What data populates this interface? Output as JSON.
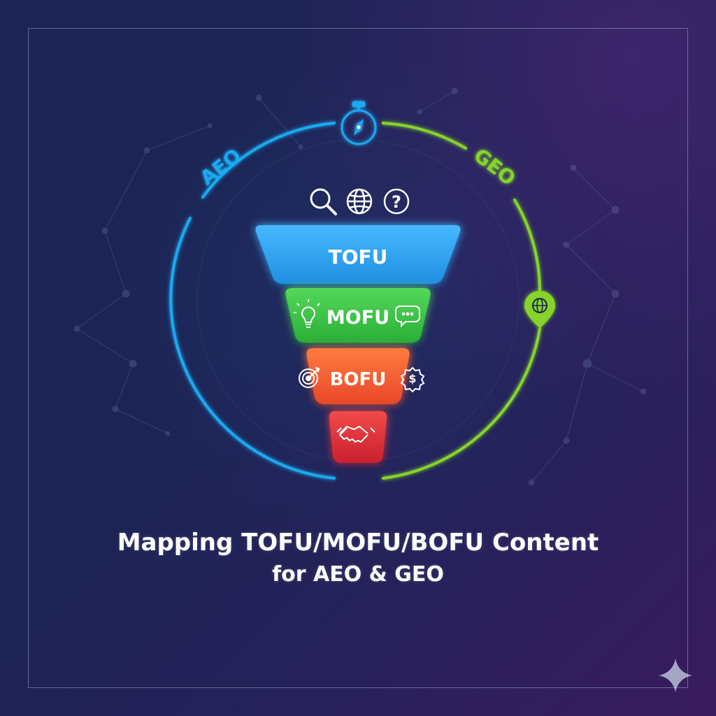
{
  "diagram": {
    "arc_labels": {
      "left": "AEO",
      "right": "GEO"
    },
    "stages": [
      {
        "id": "tofu",
        "label": "TOFU",
        "color": "#2fa6f2"
      },
      {
        "id": "mofu",
        "label": "MOFU",
        "color": "#3cc646"
      },
      {
        "id": "bofu",
        "label": "BOFU",
        "color": "#f0642d"
      },
      {
        "id": "conversion",
        "label": "",
        "color": "#e6323c"
      }
    ],
    "icons": [
      "search-icon",
      "globe-icon",
      "question-icon",
      "stopwatch-compass-icon",
      "location-pin-globe-icon",
      "lightbulb-icon",
      "chat-bubble-icon",
      "target-icon",
      "dollar-badge-icon",
      "handshake-icon",
      "sparkle-icon"
    ],
    "colors": {
      "aeo": "#1aa9f0",
      "geo": "#86d42b"
    }
  },
  "title": {
    "line1": "Mapping TOFU/MOFU/BOFU Content",
    "line2": "for AEO & GEO"
  }
}
